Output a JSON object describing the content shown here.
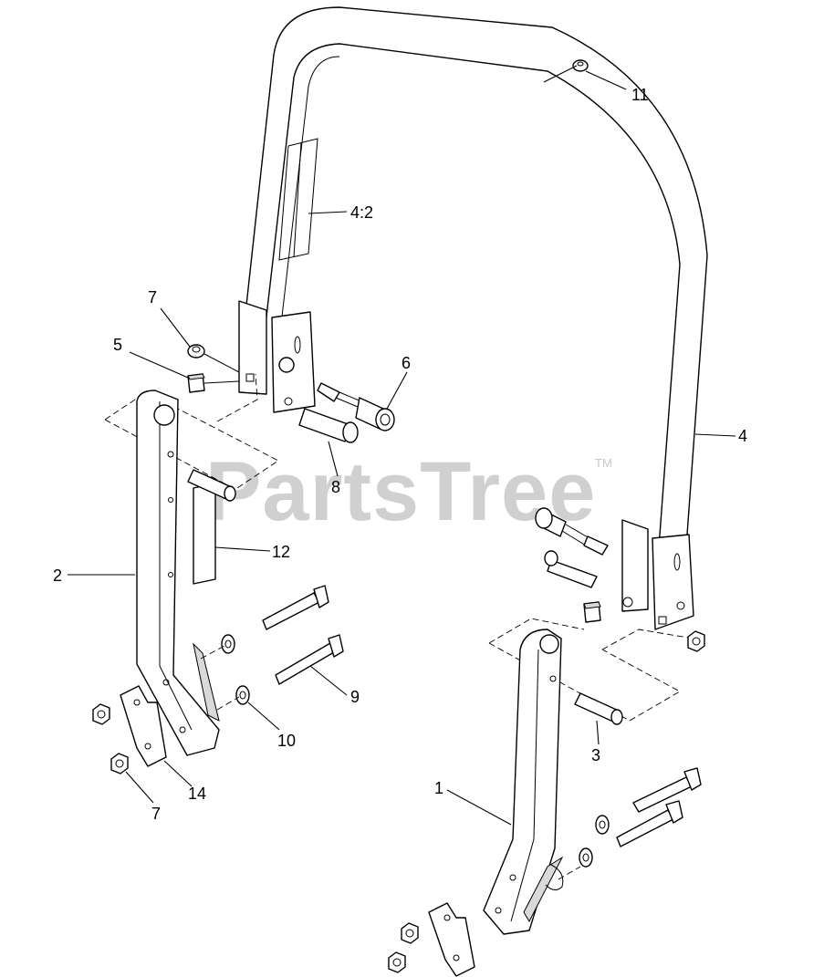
{
  "watermark": {
    "text": "PartsTree",
    "trademark": "TM"
  },
  "callouts": {
    "c1": "1",
    "c2": "2",
    "c3": "3",
    "c4": "4",
    "c4_2": "4:2",
    "c5": "5",
    "c6": "6",
    "c7a": "7",
    "c7b": "7",
    "c8": "8",
    "c9": "9",
    "c10": "10",
    "c11": "11",
    "c12": "12",
    "c14": "14"
  }
}
